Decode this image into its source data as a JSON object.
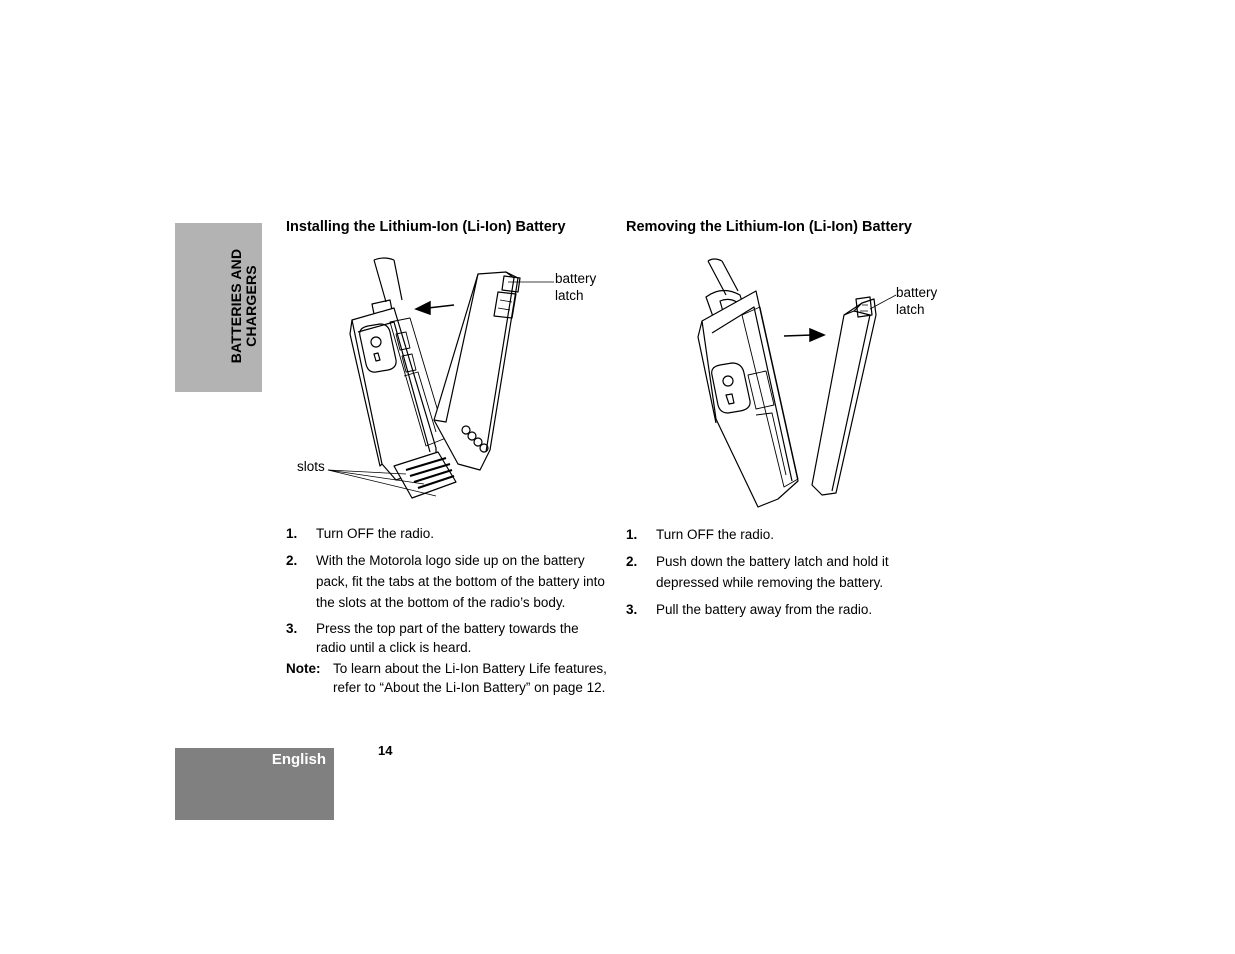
{
  "side_tab": {
    "line1": "BATTERIES AND",
    "line2": "CHARGERS"
  },
  "footer": {
    "language": "English",
    "page_number": "14"
  },
  "install": {
    "heading": "Installing the Lithium-Ion (Li-Ion) Battery",
    "figure": {
      "label_battery": "battery",
      "label_latch": "latch",
      "label_slots": "slots"
    },
    "steps": [
      {
        "num": "1.",
        "text": "Turn OFF the radio."
      },
      {
        "num": "2.",
        "text": "With the Motorola logo side up on the battery pack, fit the tabs at the bottom of the battery into the slots at the bottom of the radio’s body."
      },
      {
        "num": "3.",
        "text": "Press the top part of the battery towards the radio until a click is heard."
      }
    ],
    "note": {
      "label": "Note:",
      "text": "To learn about the Li-Ion Battery Life features, refer to “About the Li-Ion Battery” on page 12."
    }
  },
  "remove": {
    "heading": "Removing the Lithium-Ion (Li-Ion) Battery",
    "figure": {
      "label_battery": "battery",
      "label_latch": "latch"
    },
    "steps": [
      {
        "num": "1.",
        "text": "Turn OFF the radio."
      },
      {
        "num": "2.",
        "text": "Push down the battery latch and hold it depressed while removing the battery."
      },
      {
        "num": "3.",
        "text": "Pull the battery away from the radio."
      }
    ]
  }
}
